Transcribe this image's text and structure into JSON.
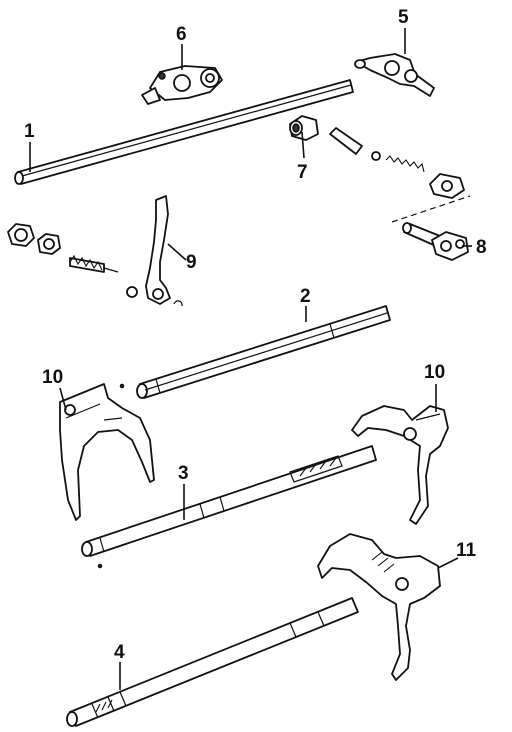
{
  "diagram": {
    "callouts": [
      {
        "id": "c1",
        "label": "1"
      },
      {
        "id": "c2",
        "label": "2"
      },
      {
        "id": "c3",
        "label": "3"
      },
      {
        "id": "c4",
        "label": "4"
      },
      {
        "id": "c5",
        "label": "5"
      },
      {
        "id": "c6",
        "label": "6"
      },
      {
        "id": "c7",
        "label": "7"
      },
      {
        "id": "c8",
        "label": "8"
      },
      {
        "id": "c9",
        "label": "9"
      },
      {
        "id": "c10a",
        "label": "10"
      },
      {
        "id": "c10b",
        "label": "10"
      },
      {
        "id": "c11",
        "label": "11"
      }
    ]
  }
}
